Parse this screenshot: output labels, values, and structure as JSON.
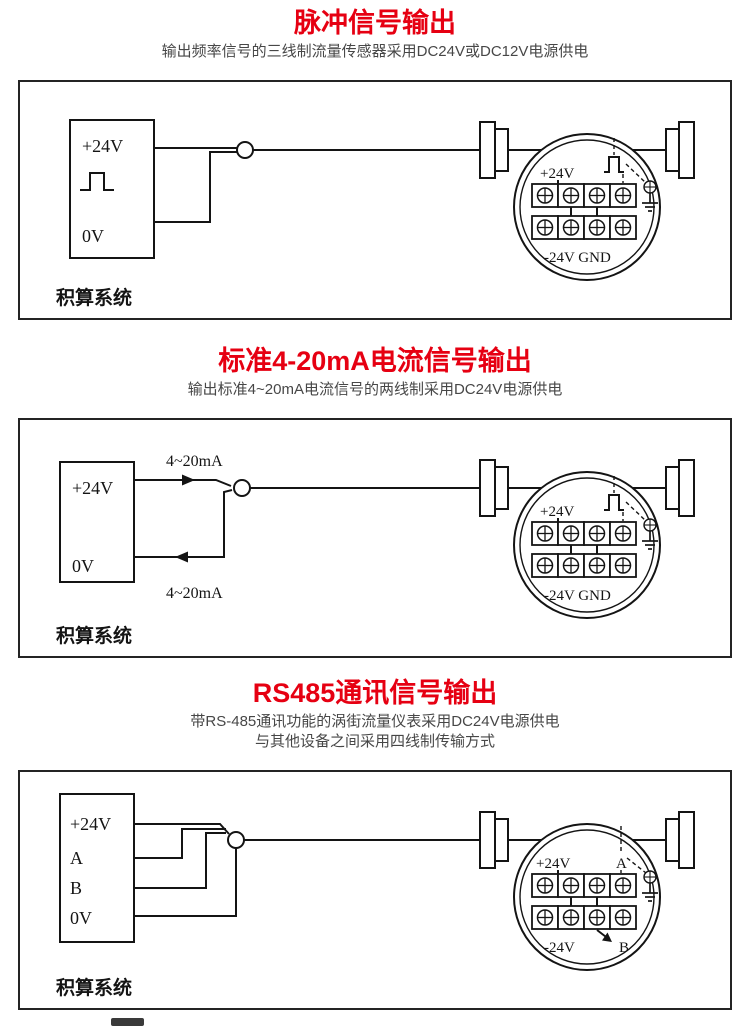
{
  "document": {
    "background": "#ffffff",
    "accent_red": "#e60012",
    "subtitle_gray": "#474747",
    "line_black": "#141414"
  },
  "icons": {
    "pulse": "pulse-waveform-icon",
    "ground": "earth-ground-icon",
    "screw": "screw-terminal-icon",
    "flange": "pipe-flange-icon",
    "gland": "cable-gland-icon",
    "arrow_right": "arrow-right-icon",
    "arrow_left": "arrow-left-icon"
  },
  "sections": [
    {
      "title": "脉冲信号输出",
      "subtitles": [
        "输出频率信号的三线制流量传感器采用DC24V或DC12V电源供电"
      ],
      "system_label": "积算系统",
      "source": {
        "top": "+24V",
        "bottom": "0V"
      },
      "meter": {
        "top_left": "+24V",
        "bottom_left": "-24V GND"
      }
    },
    {
      "title": "标准4-20mA电流信号输出",
      "subtitles": [
        "输出标准4~20mA电流信号的两线制采用DC24V电源供电"
      ],
      "system_label": "积算系统",
      "wire_labels": [
        "4~20mA",
        "4~20mA"
      ],
      "source": {
        "top": "+24V",
        "bottom": "0V"
      },
      "meter": {
        "top_left": "+24V",
        "bottom_left": "-24V GND"
      }
    },
    {
      "title": "RS485通讯信号输出",
      "subtitles": [
        "带RS-485通讯功能的涡街流量仪表采用DC24V电源供电",
        "与其他设备之间采用四线制传输方式"
      ],
      "system_label": "积算系统",
      "source": {
        "t1": "+24V",
        "t2": "A",
        "t3": "B",
        "t4": "0V"
      },
      "meter": {
        "top_left": "+24V",
        "top_right": "A",
        "bottom_left": "-24V",
        "bottom_right": "B"
      }
    }
  ]
}
